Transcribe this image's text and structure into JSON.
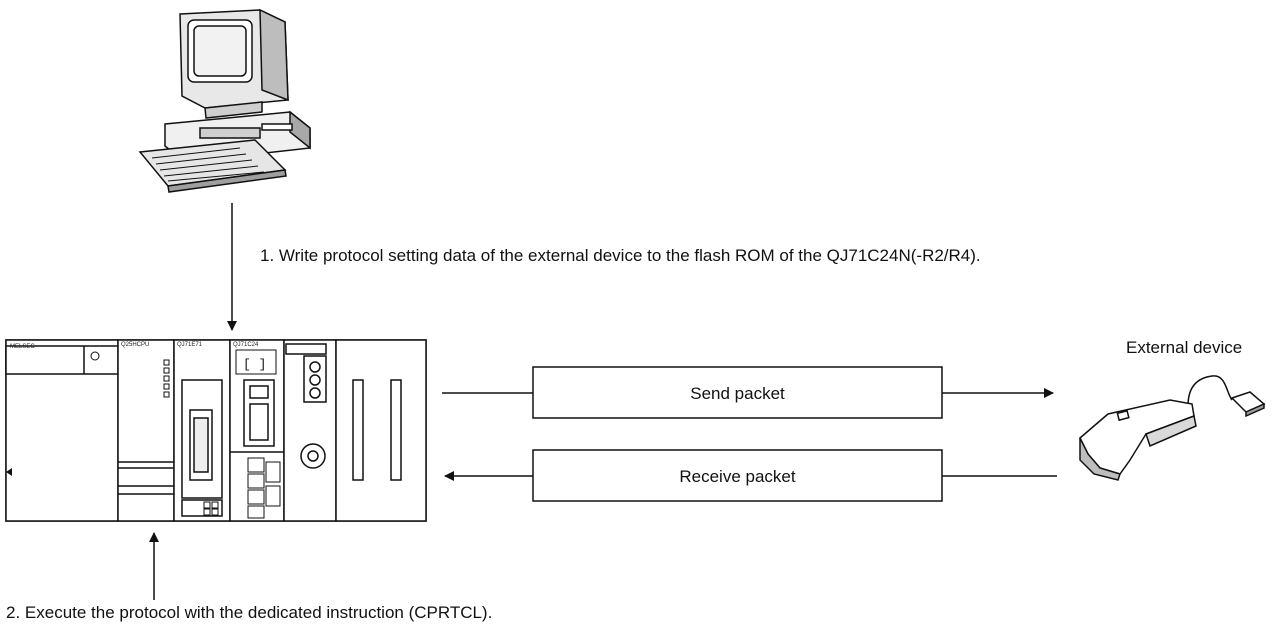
{
  "step1_text": "1. Write protocol setting data of the external device to the flash ROM of the QJ71C24N(-R2/R4).",
  "step2_text": "2. Execute the protocol with the dedicated instruction (CPRTCL).",
  "external_device_label": "External device",
  "send_packet_label": "Send packet",
  "receive_packet_label": "Receive packet",
  "plc_modules": {
    "power": "MELSEC",
    "cpu": "Q25HCPU",
    "ethernet": "QJ71E71",
    "serial": "QJ71C24"
  }
}
